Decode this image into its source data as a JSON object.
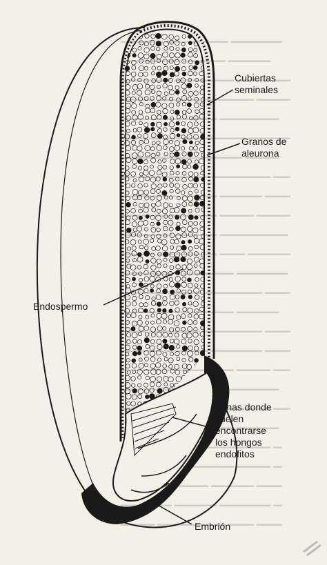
{
  "diagram": {
    "labels": {
      "cubiertas": [
        "Cubiertas",
        "seminales"
      ],
      "granos": [
        "Granos de",
        "aleurona"
      ],
      "endospermo": "Endospermo",
      "zonas": [
        "Zonas donde",
        "suelen",
        "encontrarse",
        "los hongos",
        "endofitos"
      ],
      "embrion": "Embrión"
    }
  },
  "colors": {
    "ink": "#1a1a1a",
    "paper": "#f3f0e8",
    "show_through": "#d3cec3"
  }
}
